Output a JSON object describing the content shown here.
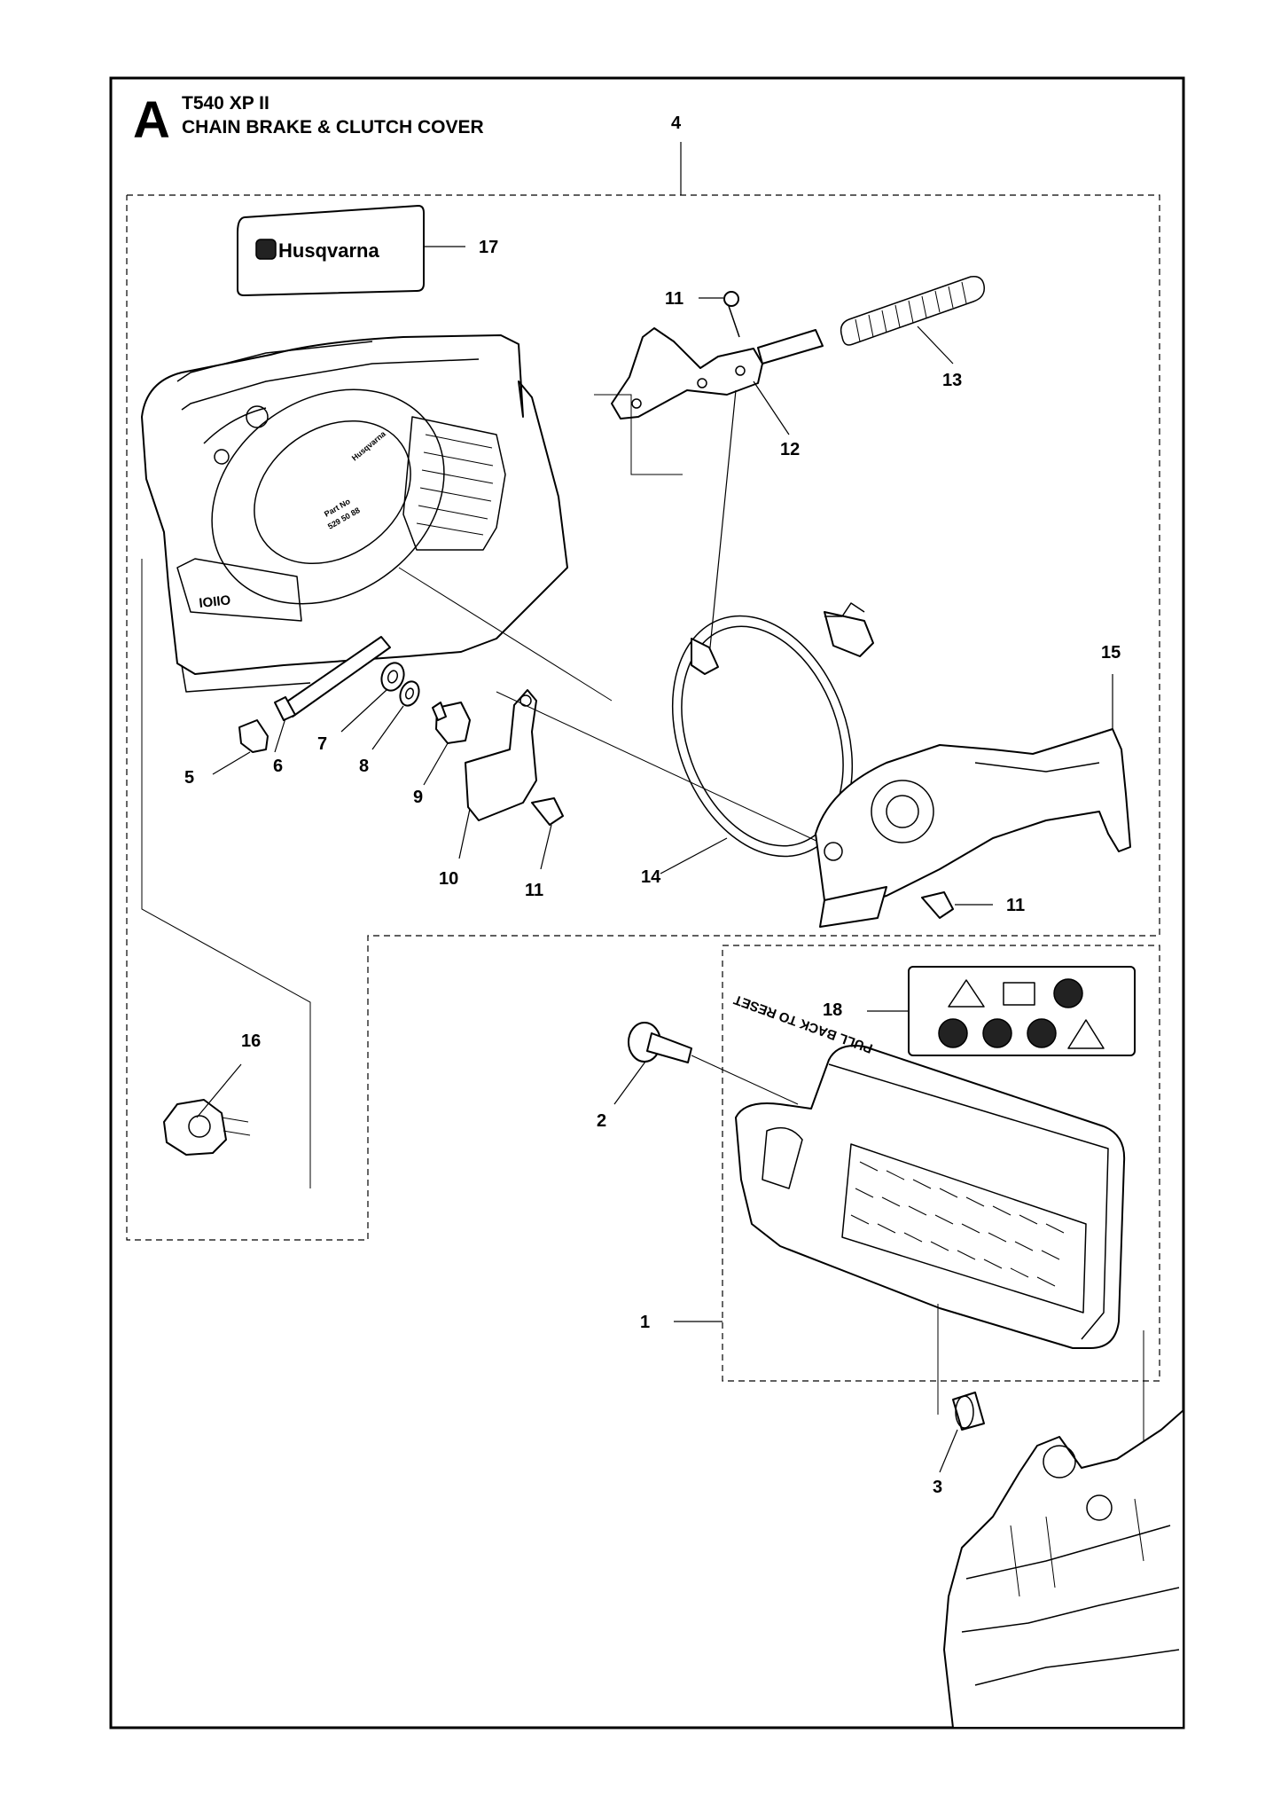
{
  "header": {
    "section_letter": "A",
    "model": "T540 XP II",
    "section_title": "CHAIN BRAKE & CLUTCH COVER"
  },
  "decal_17": {
    "brand": "Husqvarna"
  },
  "clutch_cover_4": {
    "embossed_brand": "Husqvarna",
    "part_text_1": "Part No",
    "part_text_2": "529 50 88"
  },
  "starter_cover_1": {
    "embossed_text": "PULL BACK TO RESET"
  },
  "callouts": [
    {
      "id": "c4",
      "label": "4"
    },
    {
      "id": "c17",
      "label": "17"
    },
    {
      "id": "c11a",
      "label": "11"
    },
    {
      "id": "c13",
      "label": "13"
    },
    {
      "id": "c12",
      "label": "12"
    },
    {
      "id": "c15",
      "label": "15"
    },
    {
      "id": "c5",
      "label": "5"
    },
    {
      "id": "c6",
      "label": "6"
    },
    {
      "id": "c7",
      "label": "7"
    },
    {
      "id": "c8",
      "label": "8"
    },
    {
      "id": "c9",
      "label": "9"
    },
    {
      "id": "c10",
      "label": "10"
    },
    {
      "id": "c11b",
      "label": "11"
    },
    {
      "id": "c14",
      "label": "14"
    },
    {
      "id": "c11c",
      "label": "11"
    },
    {
      "id": "c16",
      "label": "16"
    },
    {
      "id": "c18",
      "label": "18"
    },
    {
      "id": "c2",
      "label": "2"
    },
    {
      "id": "c1",
      "label": "1"
    },
    {
      "id": "c3",
      "label": "3"
    }
  ]
}
